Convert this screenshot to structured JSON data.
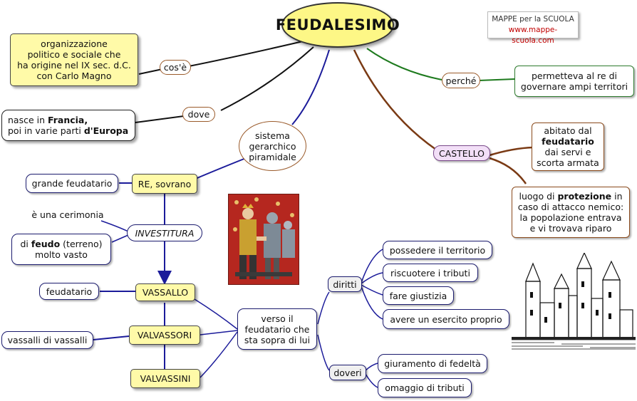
{
  "title": "FEUDALESIMO",
  "watermark": {
    "line1": "MAPPE per la SCUOLA",
    "line2": "www.mappe-scuola.com"
  },
  "labels": {
    "cos_e": "cos'è",
    "dove": "dove",
    "perche": "perché",
    "castello": "CASTELLO",
    "investitura": "INVESTITURA",
    "cerimonia": "è una cerimonia",
    "diritti": "diritti",
    "doveri": "doveri"
  },
  "concepts": {
    "organizzazione": [
      "organizzazione",
      "politico e sociale che",
      "ha origine nel IX sec. d.C.",
      "con Carlo Magno"
    ],
    "nasce_line1_pre": "nasce in ",
    "nasce_line1_bold": "Francia,",
    "nasce_line2_pre": "poi in varie parti ",
    "nasce_line2_bold": "d'Europa",
    "permetteva": [
      "permetteva al re di",
      "governare ampi territori"
    ],
    "sistema": [
      "sistema",
      "gerarchico",
      "piramidale"
    ],
    "abitato_1": "abitato dal",
    "abitato_bold": "feudatario",
    "abitato_3": "dai servi e",
    "abitato_4": "scorta armata",
    "luogo_pre": "luogo di ",
    "luogo_bold": "protezione",
    "luogo_post": " in",
    "luogo_rest": [
      "caso di attacco nemico:",
      "la popolazione entrava",
      "e vi trovava riparo"
    ],
    "grande_feudatario": "grande feudatario",
    "re_sovrano": "RE, sovrano",
    "feudo_pre": "di ",
    "feudo_bold": "feudo",
    "feudo_post": " (terreno)",
    "feudo_line2": "molto vasto",
    "feudatario": "feudatario",
    "vassallo": "VASSALLO",
    "vassalli_di_vassalli": "vassalli di vassalli",
    "valvassori": "VALVASSORI",
    "valvassini": "VALVASSINI",
    "verso": [
      "verso il",
      "feudatario che",
      "sta sopra di lui"
    ],
    "diritti_items": [
      "possedere il territorio",
      "riscuotere i tributi",
      "fare giustizia",
      "avere un esercito proprio"
    ],
    "doveri_items": [
      "giuramento di fedeltà",
      "omaggio di tributi"
    ]
  },
  "images": {
    "medieval": "medieval-investiture-illustration",
    "castle": "castle-sketch-illustration"
  },
  "colors": {
    "blue_link": "#1b1b9a",
    "green_link": "#1e7a1e",
    "brown_link": "#7a3a14",
    "black_link": "#111111",
    "yellow": "#fffaa8"
  }
}
